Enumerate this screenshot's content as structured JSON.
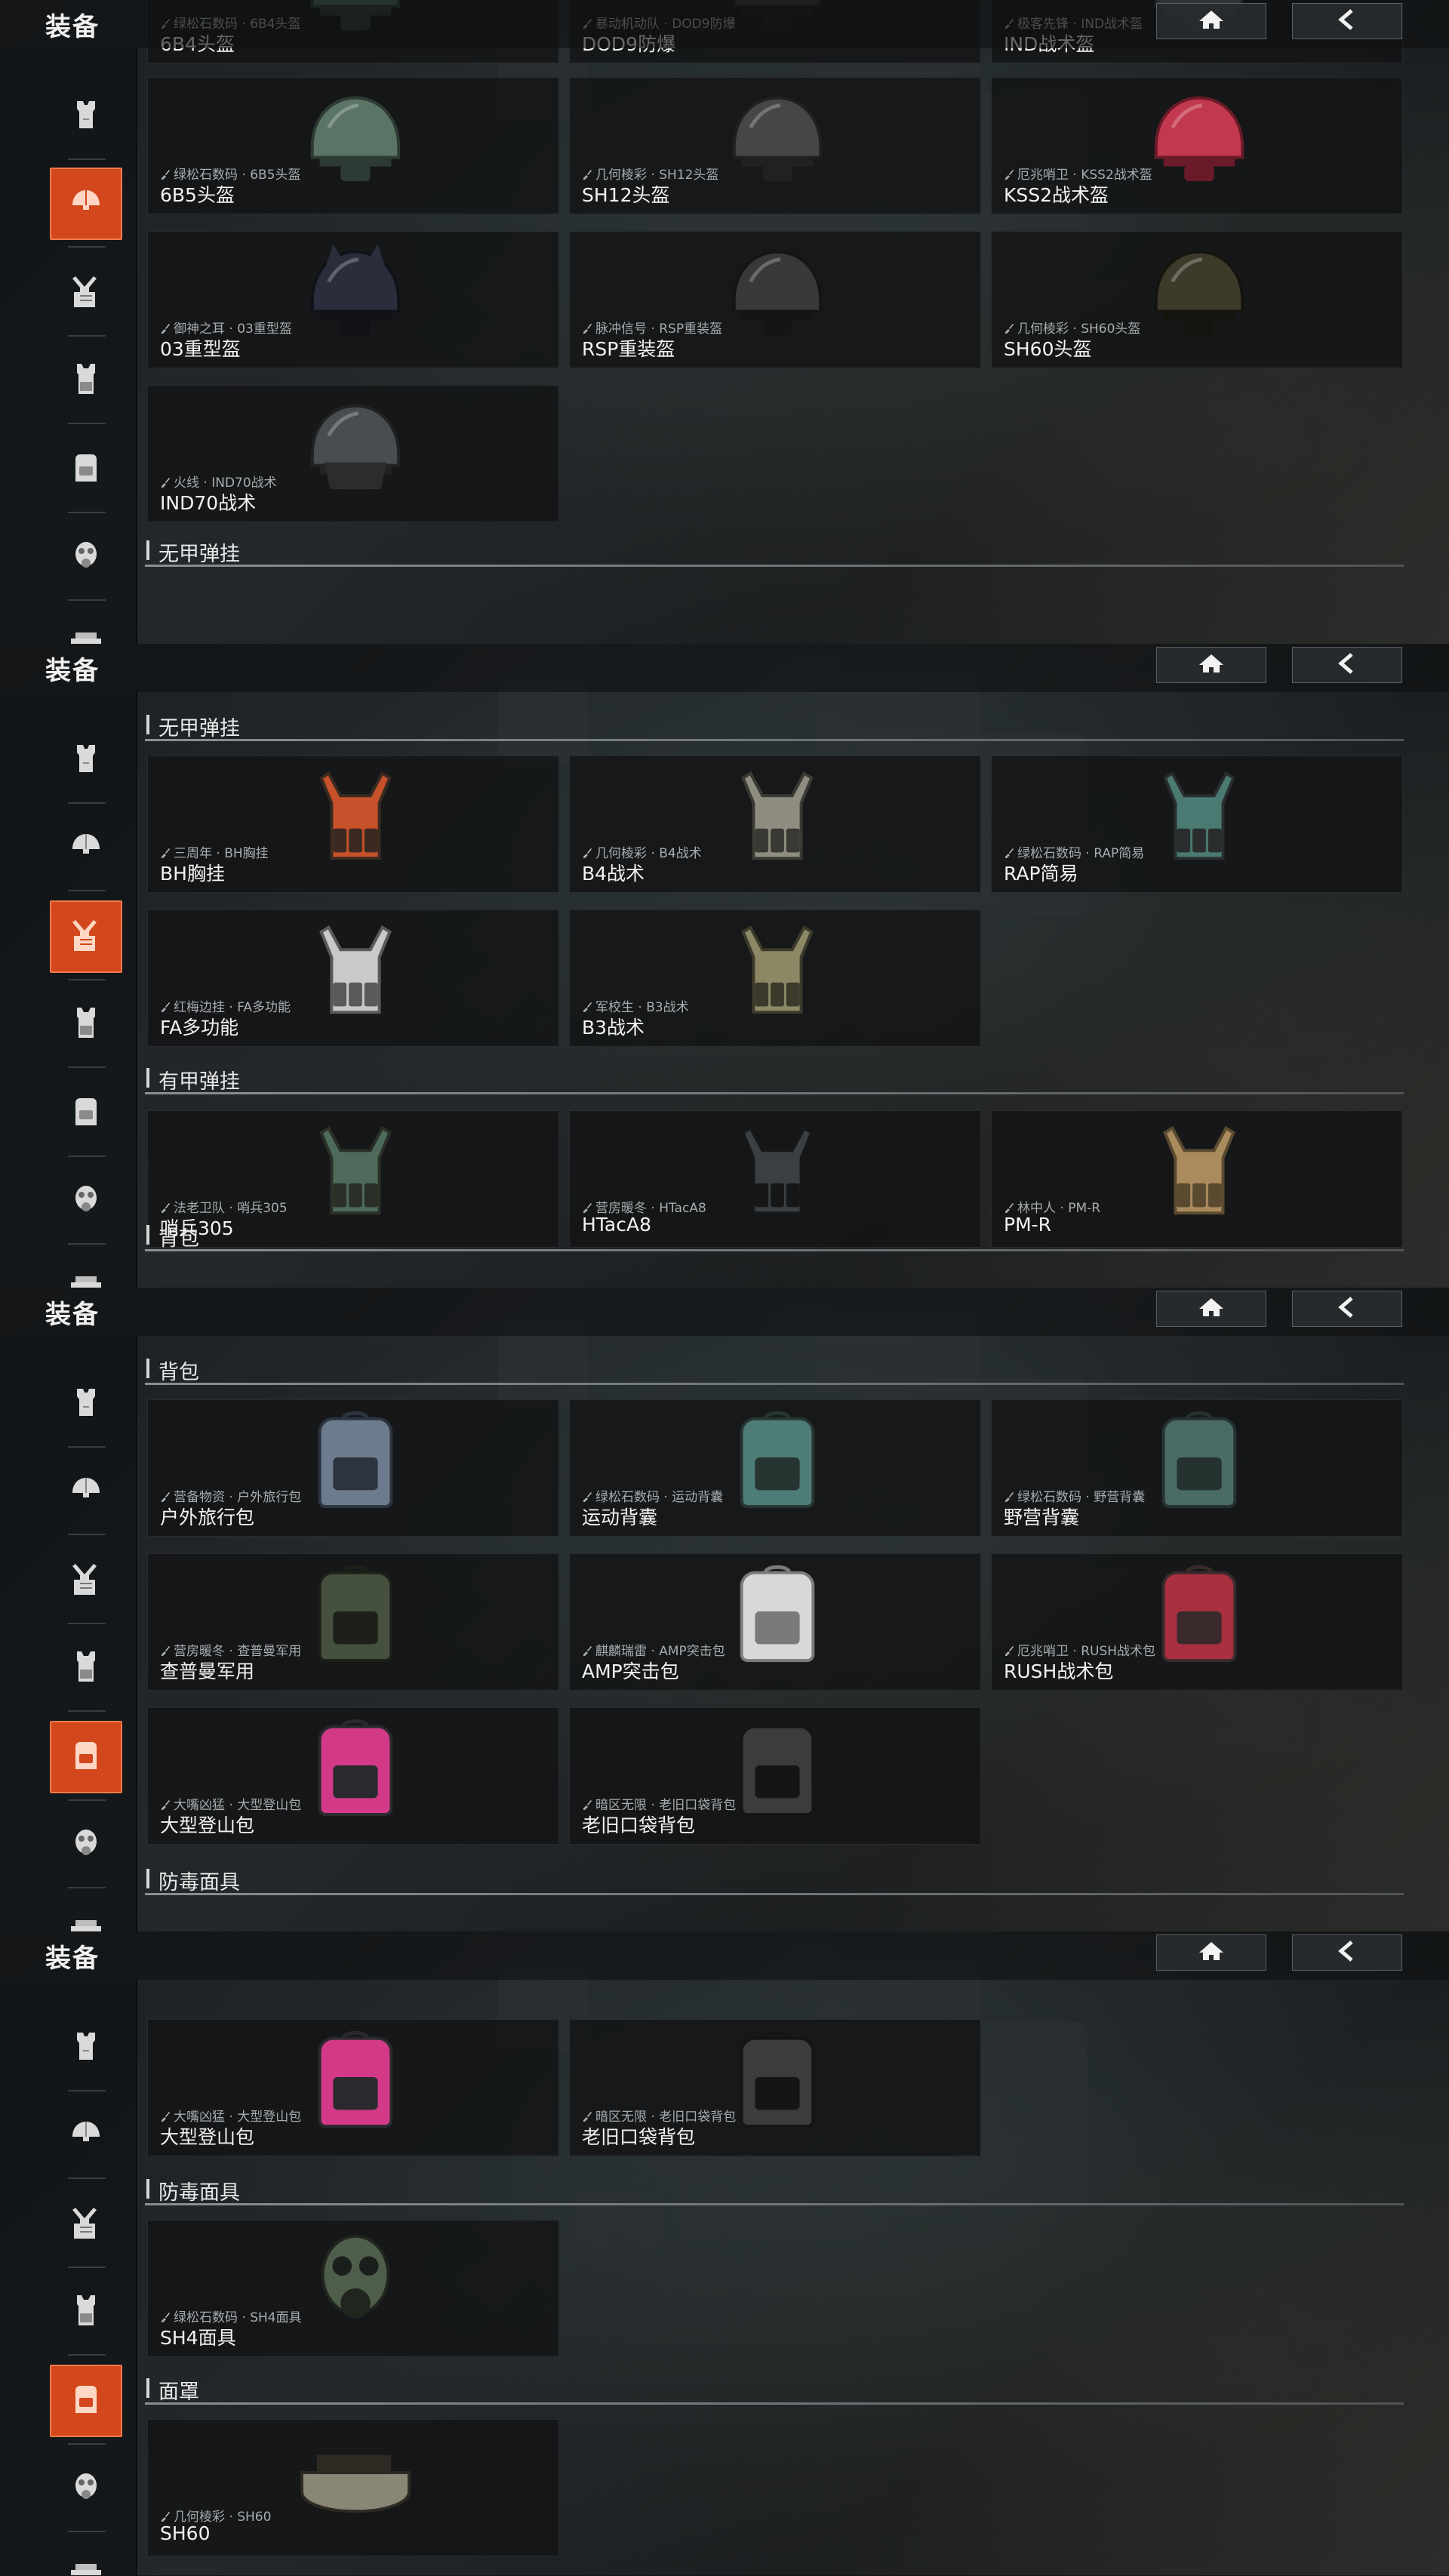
{
  "colors": {
    "accent": "#d2481c",
    "card_bg": "#121315",
    "text": "#f2f2f2",
    "muted": "#a8acae"
  },
  "header": {
    "title": "装备"
  },
  "nav": {
    "home_icon": "home-icon",
    "back_icon": "chevron-left-icon"
  },
  "sidebar_icons": [
    "armor-vest-icon",
    "helmet-icon",
    "chest-rig-icon",
    "armored-rig-icon",
    "backpack-icon",
    "gas-mask-icon",
    "face-shield-icon"
  ],
  "panels": [
    {
      "active_tab": 1,
      "sections": [
        {
          "label": "无甲弹挂"
        }
      ],
      "cards": [
        {
          "skin": "绿松石数码 · 6B4头盔",
          "name": "6B4头盔",
          "icon": "helmet-6b4"
        },
        {
          "skin": "暴动机动队 · DOD9防爆",
          "name": "DOD9防爆",
          "icon": "helmet-dod9"
        },
        {
          "skin": "极客先锋 · IND战术盔",
          "name": "IND战术盔",
          "icon": "helmet-ind"
        },
        {
          "skin": "绿松石数码 · 6B5头盔",
          "name": "6B5头盔",
          "icon": "helmet-6b5"
        },
        {
          "skin": "几何棱彩 · SH12头盔",
          "name": "SH12头盔",
          "icon": "helmet-sh12"
        },
        {
          "skin": "厄兆哨卫 · KSS2战术盔",
          "name": "KSS2战术盔",
          "icon": "helmet-kss2"
        },
        {
          "skin": "御神之耳 · 03重型盔",
          "name": "03重型盔",
          "icon": "helmet-03"
        },
        {
          "skin": "脉冲信号 · RSP重装盔",
          "name": "RSP重装盔",
          "icon": "helmet-rsp"
        },
        {
          "skin": "几何棱彩 · SH60头盔",
          "name": "SH60头盔",
          "icon": "helmet-sh60"
        },
        {
          "skin": "火线 · IND70战术",
          "name": "IND70战术",
          "icon": "helmet-ind70"
        }
      ]
    },
    {
      "active_tab": 2,
      "sections": [
        {
          "label": "无甲弹挂"
        },
        {
          "label": "有甲弹挂"
        },
        {
          "label": "背包"
        }
      ],
      "cards": [
        {
          "skin": "三周年 · BH胸挂",
          "name": "BH胸挂",
          "icon": "rig-bh"
        },
        {
          "skin": "几何棱彩 · B4战术",
          "name": "B4战术",
          "icon": "rig-b4"
        },
        {
          "skin": "绿松石数码 · RAP简易",
          "name": "RAP简易",
          "icon": "rig-rap"
        },
        {
          "skin": "红梅边挂 · FA多功能",
          "name": "FA多功能",
          "icon": "rig-fa"
        },
        {
          "skin": "军校生 · B3战术",
          "name": "B3战术",
          "icon": "rig-b3"
        },
        {
          "skin": "法老卫队 · 哨兵305",
          "name": "哨兵305",
          "icon": "armor-305"
        },
        {
          "skin": "营房暖冬 · HTacA8",
          "name": "HTacA8",
          "icon": "armor-htac"
        },
        {
          "skin": "林中人 · PM-R",
          "name": "PM-R",
          "icon": "armor-pmr"
        }
      ]
    },
    {
      "active_tab": 4,
      "sections": [
        {
          "label": "背包"
        },
        {
          "label": "防毒面具"
        }
      ],
      "cards": [
        {
          "skin": "营备物资 · 户外旅行包",
          "name": "户外旅行包",
          "icon": "bag-travel"
        },
        {
          "skin": "绿松石数码 · 运动背囊",
          "name": "运动背囊",
          "icon": "bag-sport"
        },
        {
          "skin": "绿松石数码 · 野营背囊",
          "name": "野营背囊",
          "icon": "bag-camp"
        },
        {
          "skin": "营房暖冬 · 查普曼军用",
          "name": "查普曼军用",
          "icon": "bag-chapman"
        },
        {
          "skin": "麒麟瑞雷 · AMP突击包",
          "name": "AMP突击包",
          "icon": "bag-amp"
        },
        {
          "skin": "厄兆哨卫 · RUSH战术包",
          "name": "RUSH战术包",
          "icon": "bag-rush"
        },
        {
          "skin": "大嘴凶猛 · 大型登山包",
          "name": "大型登山包",
          "icon": "bag-climb"
        },
        {
          "skin": "暗区无限 · 老旧口袋背包",
          "name": "老旧口袋背包",
          "icon": "bag-old"
        }
      ]
    },
    {
      "active_tab": 4,
      "sections": [
        {
          "label": "防毒面具"
        },
        {
          "label": "面罩"
        }
      ],
      "cards": [
        {
          "skin": "大嘴凶猛 · 大型登山包",
          "name": "大型登山包",
          "icon": "bag-climb"
        },
        {
          "skin": "暗区无限 · 老旧口袋背包",
          "name": "老旧口袋背包",
          "icon": "bag-old"
        },
        {
          "skin": "绿松石数码 · SH4面具",
          "name": "SH4面具",
          "icon": "mask-sh4"
        },
        {
          "skin": "几何棱彩 · SH60",
          "name": "SH60",
          "icon": "visor-sh60"
        }
      ]
    }
  ]
}
